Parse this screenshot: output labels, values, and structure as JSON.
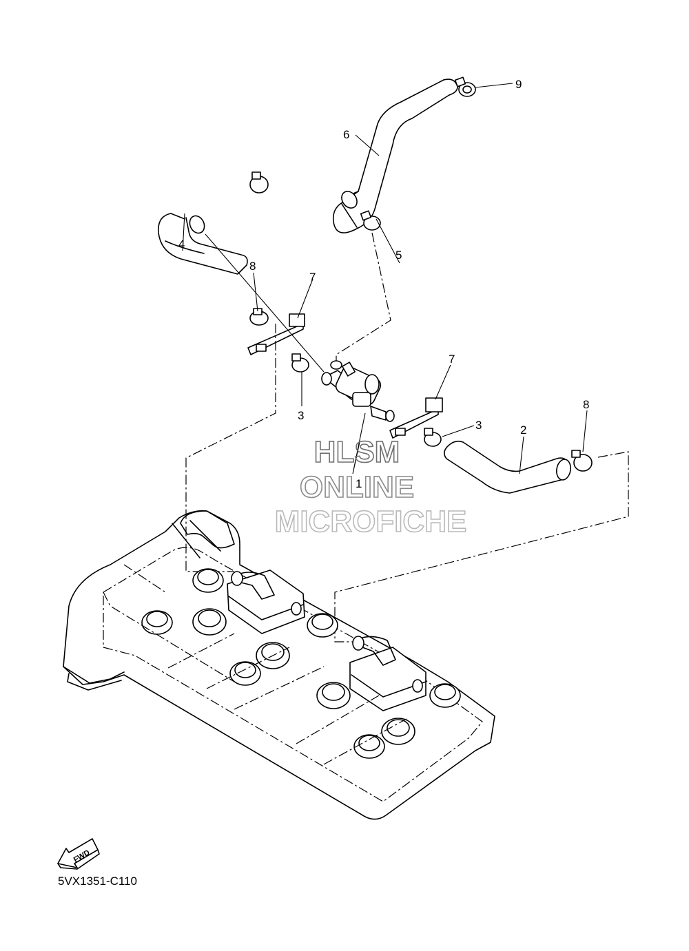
{
  "callouts": {
    "c1": "1",
    "c2": "2",
    "c3a": "3",
    "c3b": "3",
    "c4": "4",
    "c5": "5",
    "c6": "6",
    "c7a": "7",
    "c7b": "7",
    "c8a": "8",
    "c8b": "8",
    "c9": "9"
  },
  "watermark": {
    "line1": "HLSM",
    "line2": "ONLINE",
    "line3": "MICROFICHE",
    "colors": {
      "line1": "#6f6f6f",
      "line2": "#8a8a8a",
      "line3": "#b9b9b9"
    }
  },
  "fwd_arrow": {
    "label": "FWD",
    "icon": "fwd-arrow-icon"
  },
  "diagram_code": "5VX1351-C110"
}
